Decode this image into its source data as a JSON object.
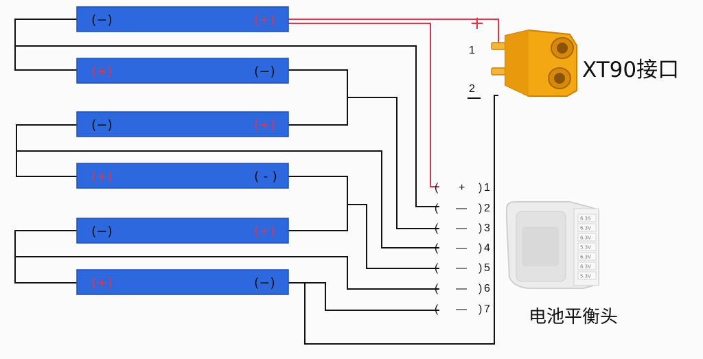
{
  "colors": {
    "cell": "#2e68de",
    "cell_border": "#1f4fb8",
    "wire": "#111111",
    "positive_wire": "#e0344a",
    "plus_mark": "#e0344a",
    "connector_body": "#f3a713",
    "connector_dark": "#d8890a"
  },
  "cells": [
    {
      "left": "(−)",
      "right": "(+)"
    },
    {
      "left": "(+)",
      "right": "(−)"
    },
    {
      "left": "(−)",
      "right": "(+)"
    },
    {
      "left": "(+)",
      "right": "( - )"
    },
    {
      "left": "(−)",
      "right": "(+)"
    },
    {
      "left": "(+)",
      "right": "(−)"
    }
  ],
  "xt90": {
    "label": "XT90接口",
    "plus": "+",
    "pin1": "1",
    "pin2": "2"
  },
  "balance": {
    "label": "电池平衡头",
    "pins": [
      {
        "sign": "+",
        "num": "1"
      },
      {
        "sign": "—",
        "num": "2"
      },
      {
        "sign": "—",
        "num": "3"
      },
      {
        "sign": "—",
        "num": "4"
      },
      {
        "sign": "—",
        "num": "5"
      },
      {
        "sign": "—",
        "num": "6"
      },
      {
        "sign": "—",
        "num": "7"
      }
    ],
    "plug_slot_labels": [
      "6.3S",
      "6.3V",
      "6.3V",
      "5.3V",
      "6.3V",
      "6.3V",
      "5.3V"
    ],
    "plug_icon": "balance-plug-icon"
  }
}
